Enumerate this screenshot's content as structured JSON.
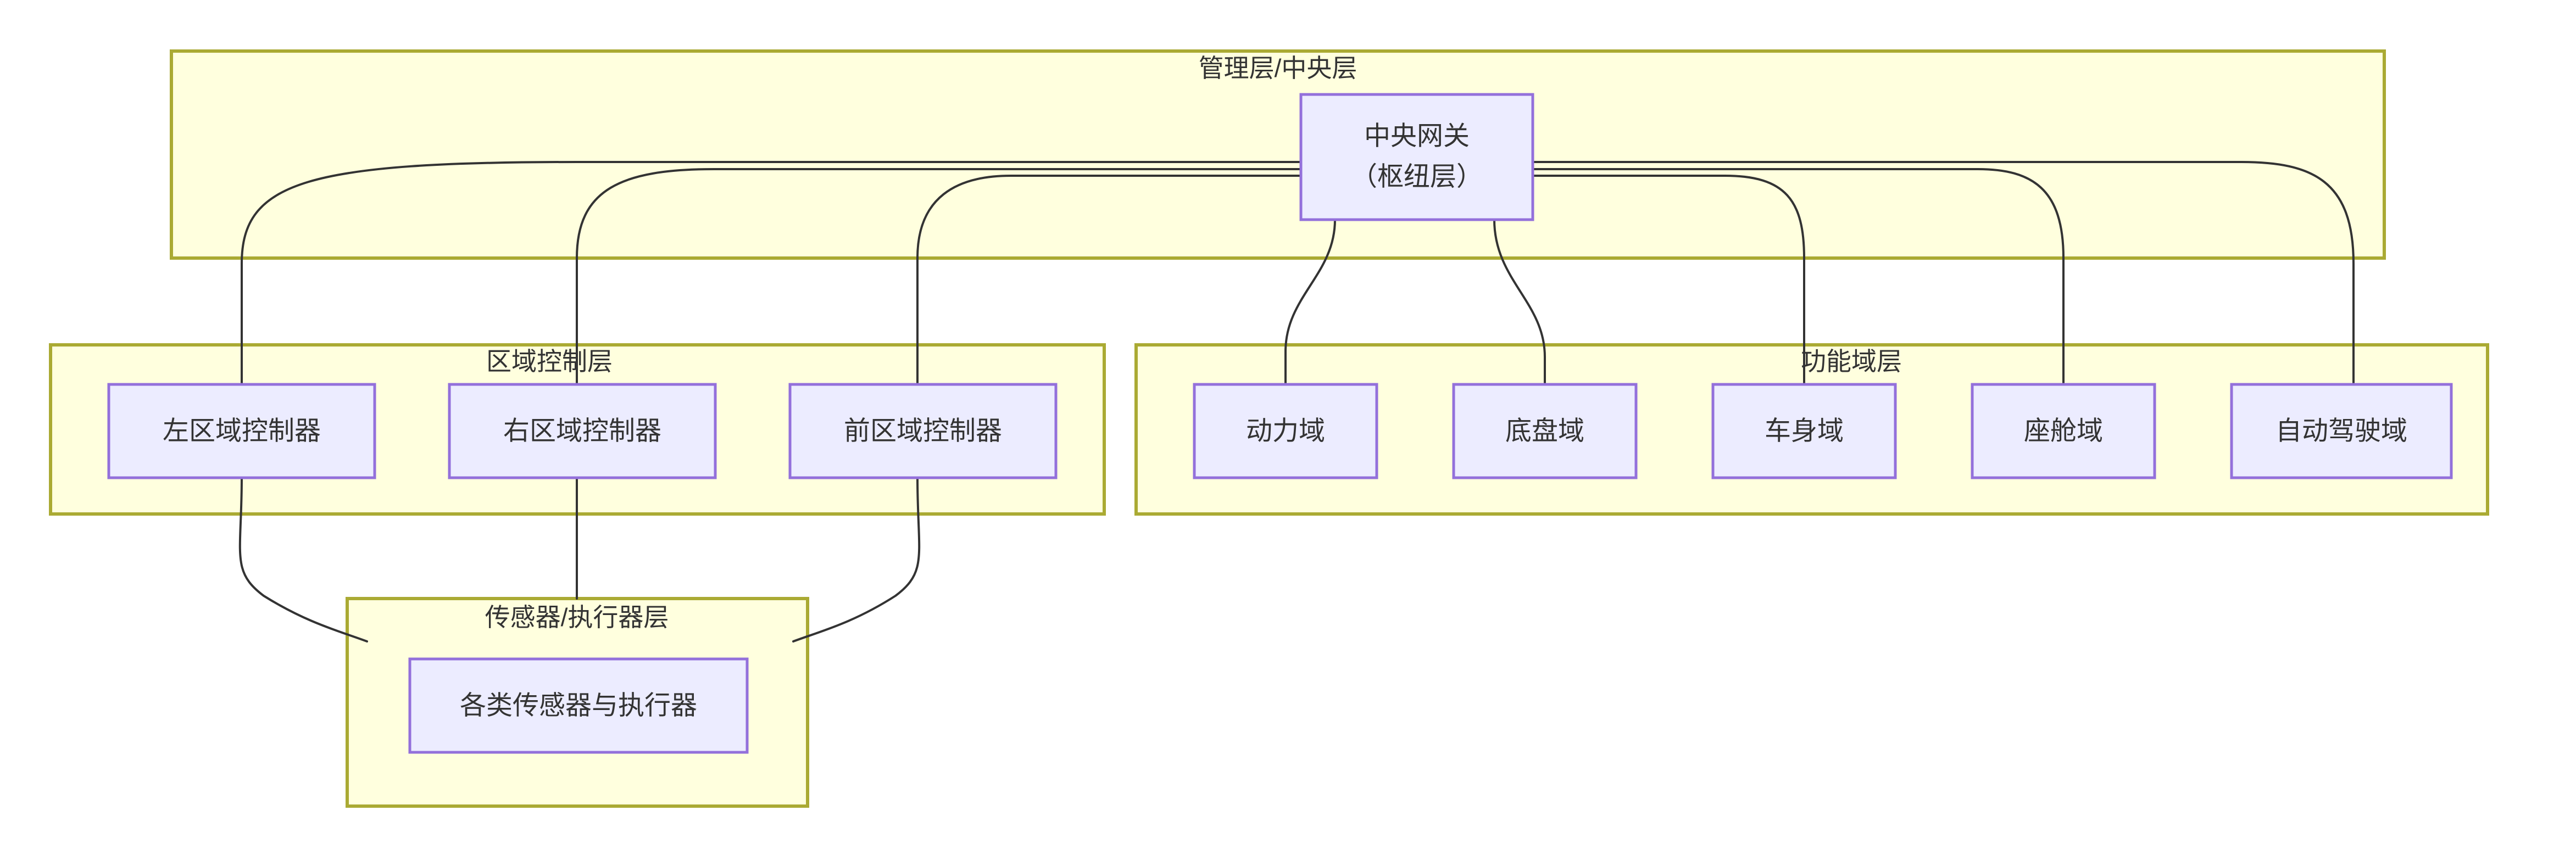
{
  "diagram": {
    "type": "layered-architecture-flowchart",
    "background_color": "#ffffff",
    "cluster_fill": "#ffffde",
    "cluster_stroke": "#aaaa33",
    "node_fill": "#ececff",
    "node_stroke": "#9370db",
    "edge_stroke": "#333333",
    "text_color": "#333333"
  },
  "clusters": {
    "management": {
      "label": "管理层/中央层"
    },
    "zone": {
      "label": "区域控制层"
    },
    "functional": {
      "label": "功能域层"
    },
    "sensor": {
      "label": "传感器/执行器层"
    }
  },
  "nodes": {
    "gateway": {
      "label_line1": "中央网关",
      "label_line2": "（枢纽层）"
    },
    "zone_left": {
      "label": "左区域控制器"
    },
    "zone_right": {
      "label": "右区域控制器"
    },
    "zone_front": {
      "label": "前区域控制器"
    },
    "domain_power": {
      "label": "动力域"
    },
    "domain_chassis": {
      "label": "底盘域"
    },
    "domain_body": {
      "label": "车身域"
    },
    "domain_cockpit": {
      "label": "座舱域"
    },
    "domain_autodrive": {
      "label": "自动驾驶域"
    },
    "sensors": {
      "label": "各类传感器与执行器"
    }
  },
  "edges": [
    {
      "from": "gateway",
      "to": "zone_left"
    },
    {
      "from": "gateway",
      "to": "zone_right"
    },
    {
      "from": "gateway",
      "to": "zone_front"
    },
    {
      "from": "gateway",
      "to": "domain_power"
    },
    {
      "from": "gateway",
      "to": "domain_chassis"
    },
    {
      "from": "gateway",
      "to": "domain_body"
    },
    {
      "from": "gateway",
      "to": "domain_cockpit"
    },
    {
      "from": "gateway",
      "to": "domain_autodrive"
    },
    {
      "from": "zone_left",
      "to": "sensors"
    },
    {
      "from": "zone_right",
      "to": "sensors"
    },
    {
      "from": "zone_front",
      "to": "sensors"
    }
  ]
}
